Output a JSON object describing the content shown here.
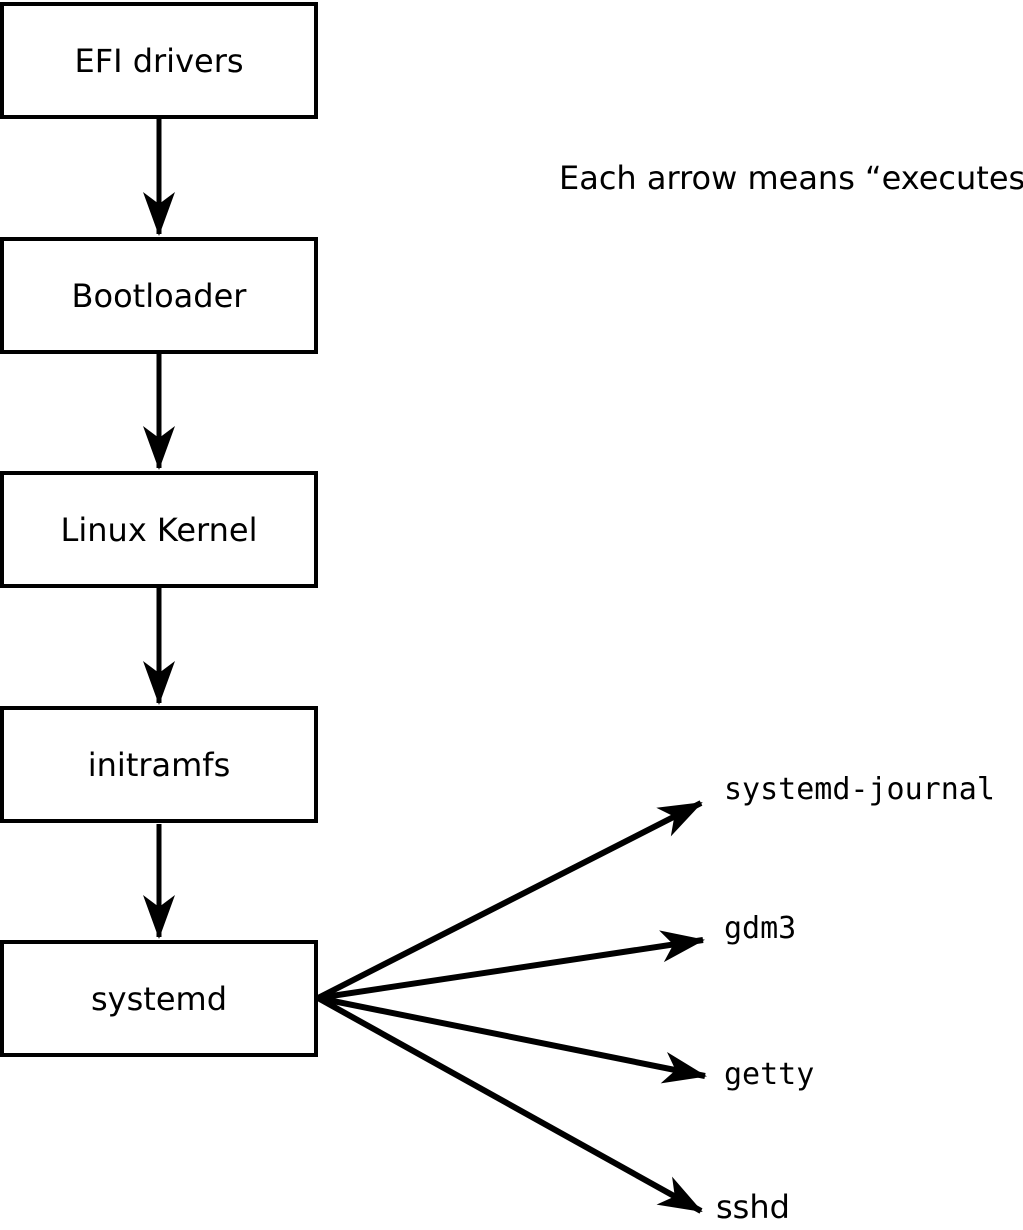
{
  "note": "Each arrow means “executes”.",
  "flow": [
    {
      "label": "EFI drivers"
    },
    {
      "label": "Bootloader"
    },
    {
      "label": "Linux Kernel"
    },
    {
      "label": "initramfs"
    },
    {
      "label": "systemd"
    }
  ],
  "spawned": [
    {
      "label": "systemd-journal"
    },
    {
      "label": "gdm3"
    },
    {
      "label": "getty"
    },
    {
      "label": "sshd"
    }
  ],
  "edges": [
    {
      "from": "EFI drivers",
      "to": "Bootloader",
      "meaning": "executes"
    },
    {
      "from": "Bootloader",
      "to": "Linux Kernel",
      "meaning": "executes"
    },
    {
      "from": "Linux Kernel",
      "to": "initramfs",
      "meaning": "executes"
    },
    {
      "from": "initramfs",
      "to": "systemd",
      "meaning": "executes"
    },
    {
      "from": "systemd",
      "to": "systemd-journal",
      "meaning": "executes"
    },
    {
      "from": "systemd",
      "to": "gdm3",
      "meaning": "executes"
    },
    {
      "from": "systemd",
      "to": "getty",
      "meaning": "executes"
    },
    {
      "from": "systemd",
      "to": "sshd",
      "meaning": "executes"
    }
  ],
  "colors": {
    "background": "#ffffff",
    "box_fill": "#ffffff",
    "line": "#000000",
    "text": "#000000"
  }
}
